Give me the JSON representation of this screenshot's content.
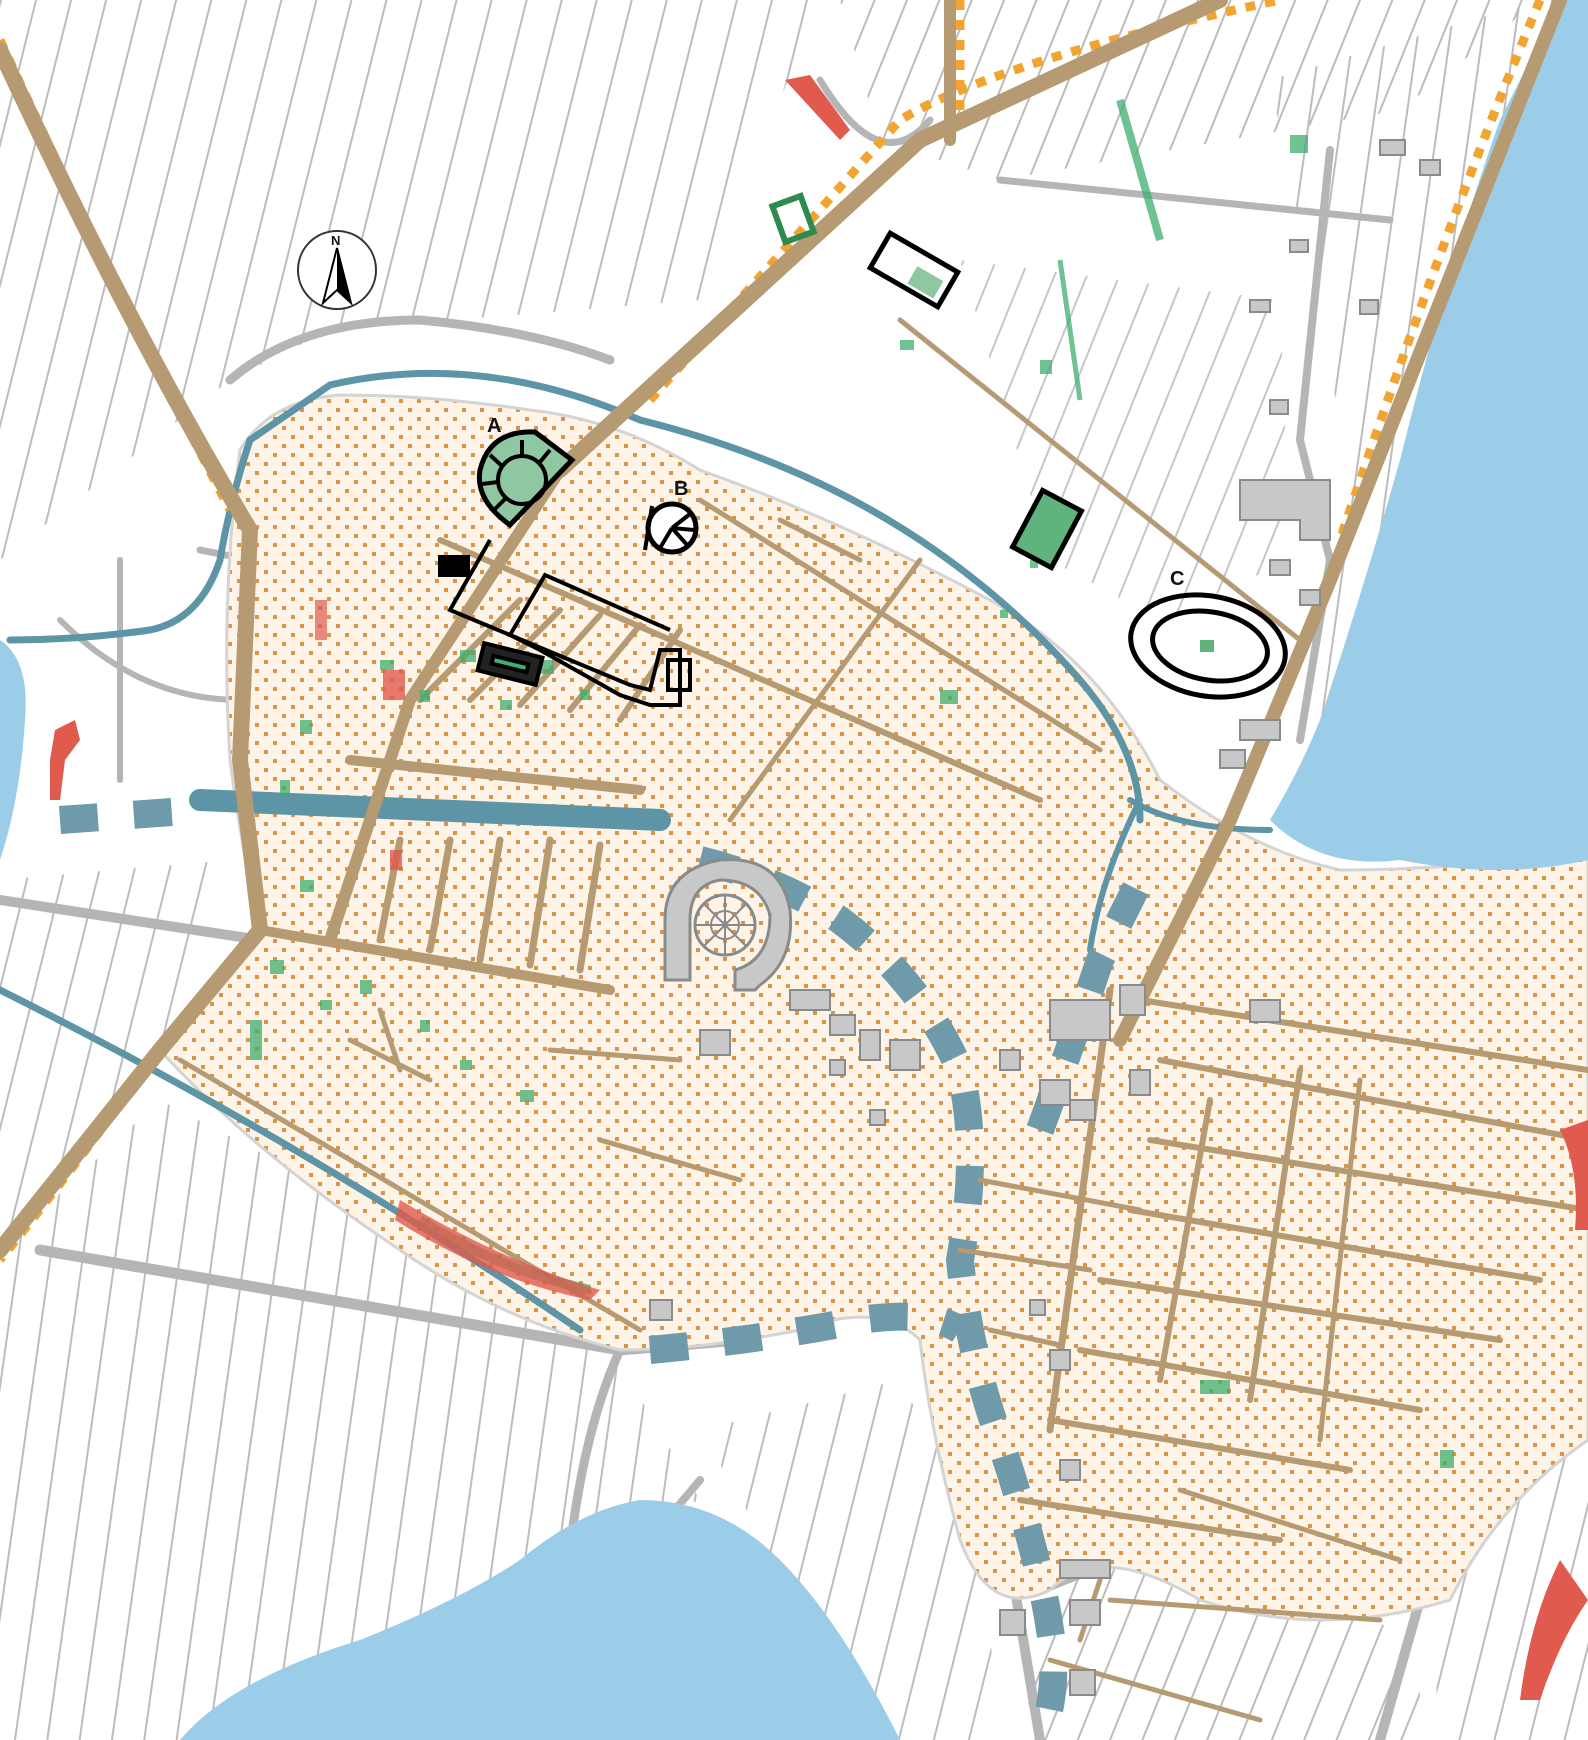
{
  "map": {
    "north_label": "N",
    "sites": [
      {
        "key": "A",
        "label": "A"
      },
      {
        "key": "B",
        "label": "B"
      },
      {
        "key": "C",
        "label": "C"
      }
    ],
    "colors": {
      "background": "#ffffff",
      "field_stripe": "#bcbcbc",
      "modern_road": "#b5b5b5",
      "ancient_road": "#b59a72",
      "roman_road_dotted": "#f2a431",
      "city_fill": "#fdf3e6",
      "city_dot": "#d9954a",
      "water": "#9ccde8",
      "canal": "#5e95a6",
      "vegetation": "#3fae6e",
      "remains_red": "#e05a4e",
      "monument_outline": "#000000",
      "building_grey": "#c8c8c8"
    }
  }
}
